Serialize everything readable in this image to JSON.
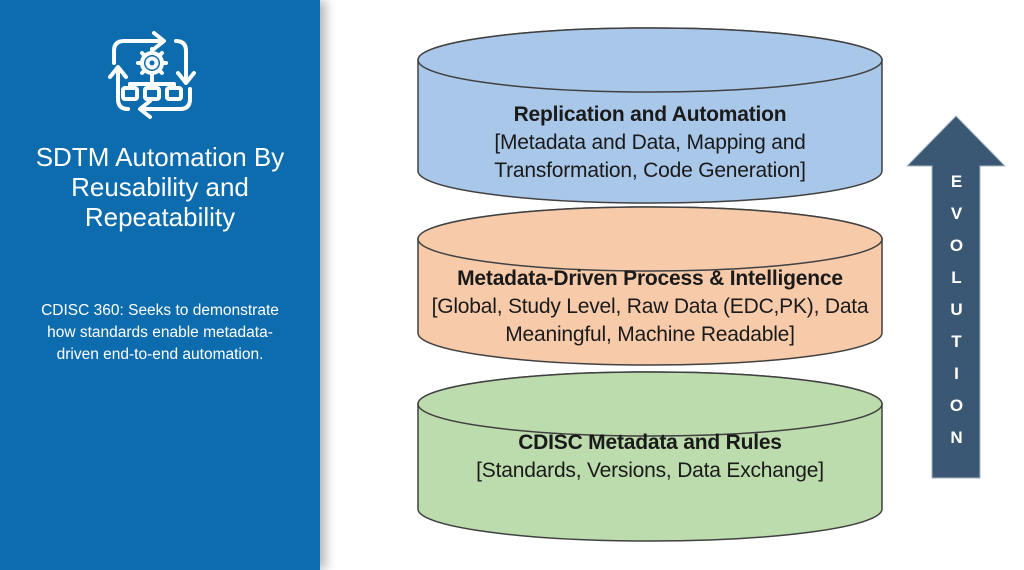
{
  "colors": {
    "panel_bg": "#0d6cad",
    "cylinder_blue": "#a9c7e9",
    "cylinder_orange": "#f7cbaa",
    "cylinder_green": "#bddcad",
    "outline": "#404040",
    "arrow": "#3a5773",
    "text_dark": "#1a1a1a",
    "text_light": "#ffffff"
  },
  "sidebar": {
    "icon": "process-automation-cycle-icon",
    "title_lines": [
      "SDTM Automation By",
      "Reusability and",
      "Repeatability"
    ],
    "description_lines": [
      "CDISC 360: Seeks to demonstrate",
      "how standards enable metadata-",
      "driven end-to-end automation."
    ]
  },
  "diagram": {
    "type": "stacked-cylinders",
    "layers": [
      {
        "position": "top",
        "color": "#a9c7e9",
        "heading": "Replication and Automation",
        "lines": [
          "[Metadata and Data, Mapping and",
          "Transformation, Code Generation]"
        ]
      },
      {
        "position": "middle",
        "color": "#f7cbaa",
        "heading": "Metadata-Driven Process & Intelligence",
        "lines": [
          "[Global, Study Level, Raw Data (EDC,PK), Data",
          "Meaningful, Machine Readable]"
        ]
      },
      {
        "position": "bottom",
        "color": "#bddcad",
        "heading": "CDISC Metadata and Rules",
        "lines": [
          "[Standards, Versions, Data Exchange]"
        ]
      }
    ],
    "arrow_label": "EVOLUTION"
  }
}
